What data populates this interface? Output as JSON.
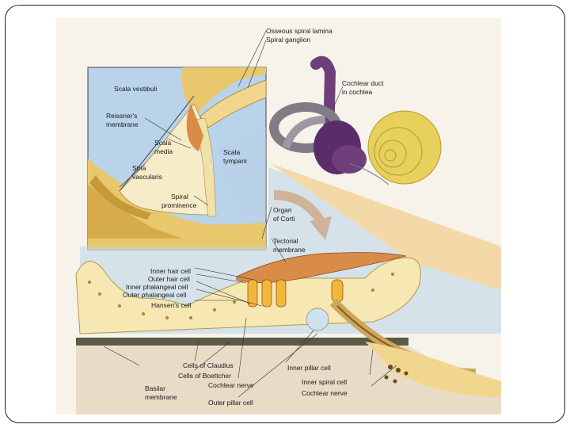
{
  "labels": {
    "osseous_spiral_lamina": "Osseous spiral lamina",
    "spiral_ganglion": "Spiral ganglion",
    "cochlear_duct_l1": "Cochlear duct",
    "cochlear_duct_l2": "in cochlea",
    "scala_vestibuli": "Scala vestibuli",
    "reissners_l1": "Reissner's",
    "reissners_l2": "membrane",
    "scala_media_l1": "Scala",
    "scala_media_l2": "media",
    "scala_tympani_l1": "Scala",
    "scala_tympani_l2": "tympani",
    "stria_l1": "Stria",
    "stria_l2": "vascularis",
    "spiral_prom_l1": "Spiral",
    "spiral_prom_l2": "prominence",
    "organ_corti_l1": "Organ",
    "organ_corti_l2": "of Corti",
    "tectorial_l1": "Tectorial",
    "tectorial_l2": "membrane",
    "inner_hair_cell": "Inner hair cell",
    "outer_hair_cell": "Outer hair cell",
    "inner_phalangeal_cell": "Inner phalangeal cell",
    "outer_phalangeal_cell": "Outer phalangeal cell",
    "hansens_cell": "Hansen's cell",
    "cells_claudius": "Cells of Claudius",
    "cells_boettcher": "Cells of Boettcher",
    "cochlear_nerve_mid": "Cochlear nerve",
    "inner_pillar_cell": "Inner pillar cell",
    "basilar_l1": "Basilar",
    "basilar_l2": "membrane",
    "outer_pillar_cell": "Outer pillar cell",
    "inner_spiral_cell": "Inner spiral cell",
    "cochlear_nerve_right": "Cochlear nerve"
  },
  "colors": {
    "fluid_blue": "#b9d3ea",
    "bone_yellow": "#f1d690",
    "tissue_cream": "#f6ecc8",
    "membrane_orange": "#d98b48",
    "arrow_orange": "#e68a3a",
    "labyrinth_purple": "#6e3f7a",
    "cochlea_yellow": "#e7d05c"
  }
}
